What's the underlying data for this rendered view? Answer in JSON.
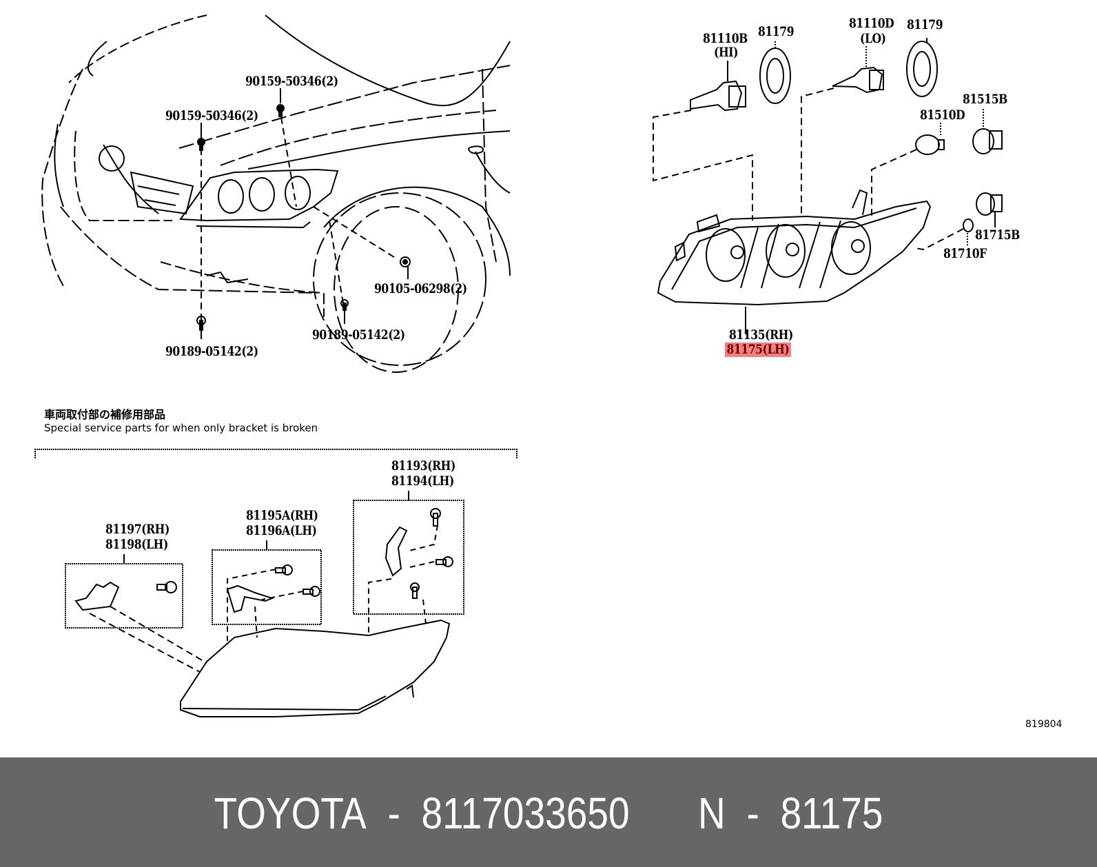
{
  "diagram": {
    "vehicle_view_labels": {
      "bolt_upper_left": "90159-50346(2)",
      "bolt_upper_center": "90159-50346(2)",
      "clip_lower_left": "90189-05142(2)",
      "clip_lower_center": "90189-05142(2)",
      "screw_fender": "90105-06298(2)"
    },
    "headlamp_parts": {
      "bulb_hi": "81110B",
      "bulb_hi_note": "(HI)",
      "cover_1": "81179",
      "bulb_lo": "81110D",
      "bulb_lo_note": "(LO)",
      "cover_2": "81179",
      "socket_1": "81515B",
      "bulb_1": "81510D",
      "socket_2": "81715B",
      "bulb_2": "81710F",
      "assembly_rh": "81135(RH)",
      "assembly_lh": "81175(LH)"
    },
    "highlight_color": "#f57f80",
    "service_section": {
      "title_jp": "車両取付部の補修用部品",
      "title_en": "Special service parts for when only bracket is broken",
      "bracket_a_rh": "81197(RH)",
      "bracket_a_lh": "81198(LH)",
      "bracket_b_rh": "81195A(RH)",
      "bracket_b_lh": "81196A(LH)",
      "bracket_c_rh": "81193(RH)",
      "bracket_c_lh": "81194(LH)"
    },
    "figure_ref": "819804"
  },
  "footer": {
    "brand": "TOYOTA",
    "sep1": "-",
    "part_number": "8117033650",
    "prefix": "N",
    "sep2": "-",
    "ref_number": "81175",
    "background": "#666666"
  }
}
